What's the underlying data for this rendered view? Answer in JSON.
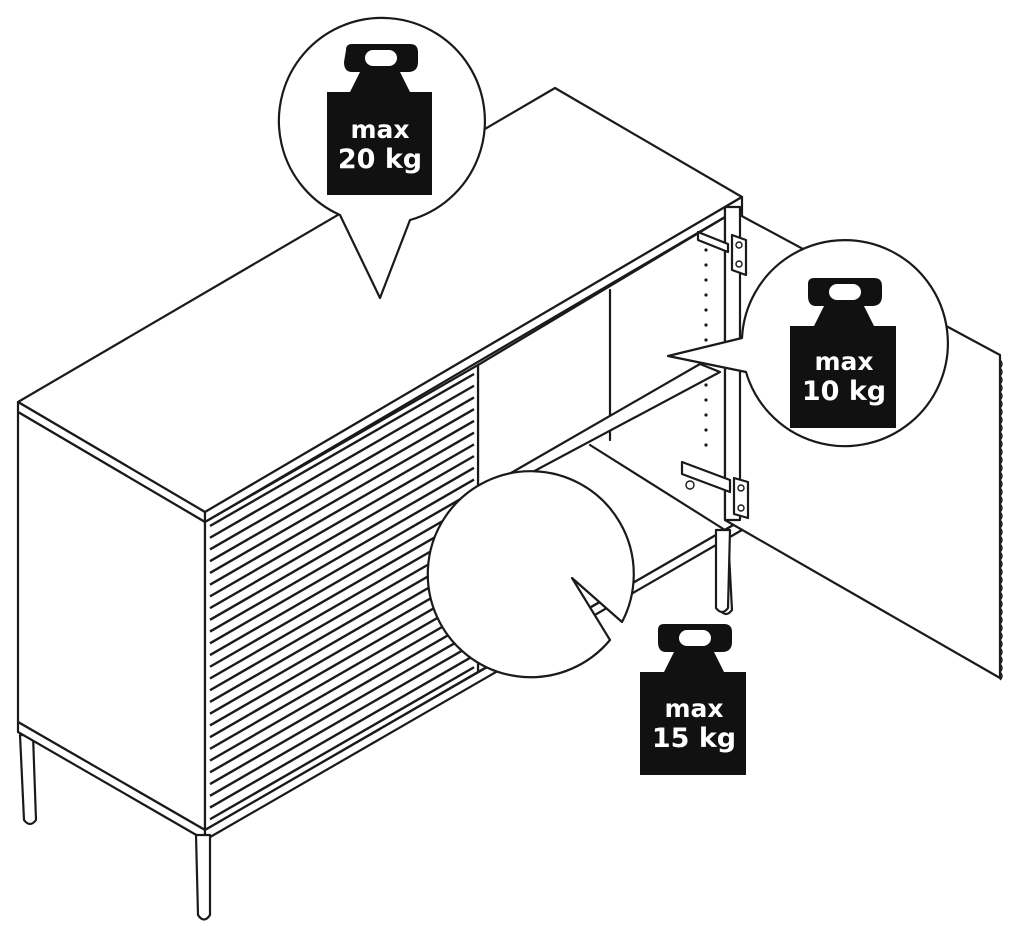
{
  "diagram": {
    "weight_unit": "kg",
    "callouts": [
      {
        "id": "top",
        "line1": "max",
        "line2": "20 kg"
      },
      {
        "id": "shelf",
        "line1": "max",
        "line2": "10 kg"
      },
      {
        "id": "bottom",
        "line1": "max",
        "line2": "15 kg"
      }
    ]
  }
}
